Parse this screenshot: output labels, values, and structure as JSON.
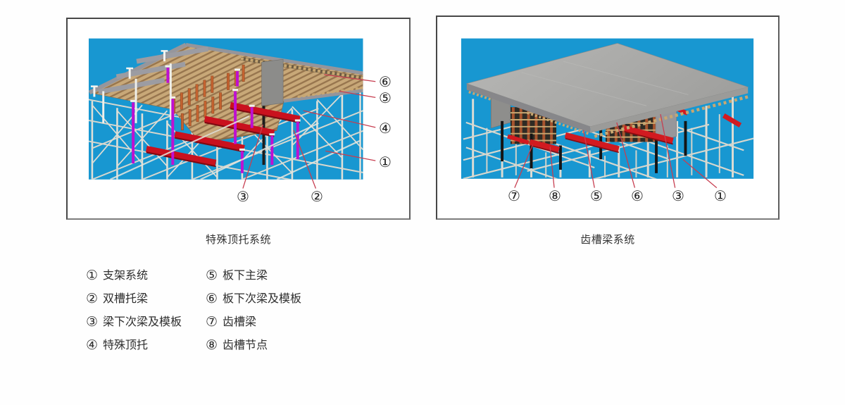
{
  "figures": [
    {
      "caption": "特殊顶托系统",
      "callouts": [
        {
          "symbol": "⑥"
        },
        {
          "symbol": "⑤"
        },
        {
          "symbol": "④"
        },
        {
          "symbol": "①"
        },
        {
          "symbol": "③"
        },
        {
          "symbol": "②"
        }
      ]
    },
    {
      "caption": "齿槽梁系统",
      "callouts": [
        {
          "symbol": "⑦"
        },
        {
          "symbol": "⑧"
        },
        {
          "symbol": "⑤"
        },
        {
          "symbol": "⑥"
        },
        {
          "symbol": "③"
        },
        {
          "symbol": "①"
        }
      ]
    }
  ],
  "legend": {
    "items": [
      {
        "symbol": "①",
        "label": "支架系统"
      },
      {
        "symbol": "②",
        "label": "双槽托梁"
      },
      {
        "symbol": "③",
        "label": "梁下次梁及模板"
      },
      {
        "symbol": "④",
        "label": "特殊顶托"
      },
      {
        "symbol": "⑤",
        "label": "板下主梁"
      },
      {
        "symbol": "⑥",
        "label": "板下次梁及模板"
      },
      {
        "symbol": "⑦",
        "label": "齿槽梁"
      },
      {
        "symbol": "⑧",
        "label": "齿槽节点"
      }
    ]
  },
  "colors": {
    "sky_blue": "#1897D1",
    "wood": "#C8A878",
    "wood_stripe": "#97754E",
    "slab_gray": "#AAAAA8",
    "beam_red": "#C9111E",
    "prop_magenta": "#BE10D2",
    "post_orange": "#C4622F",
    "scaffold_white": "#E0E0D8",
    "leader_red": "#C73E50",
    "frame_border": "#474747",
    "text": "#333333"
  }
}
